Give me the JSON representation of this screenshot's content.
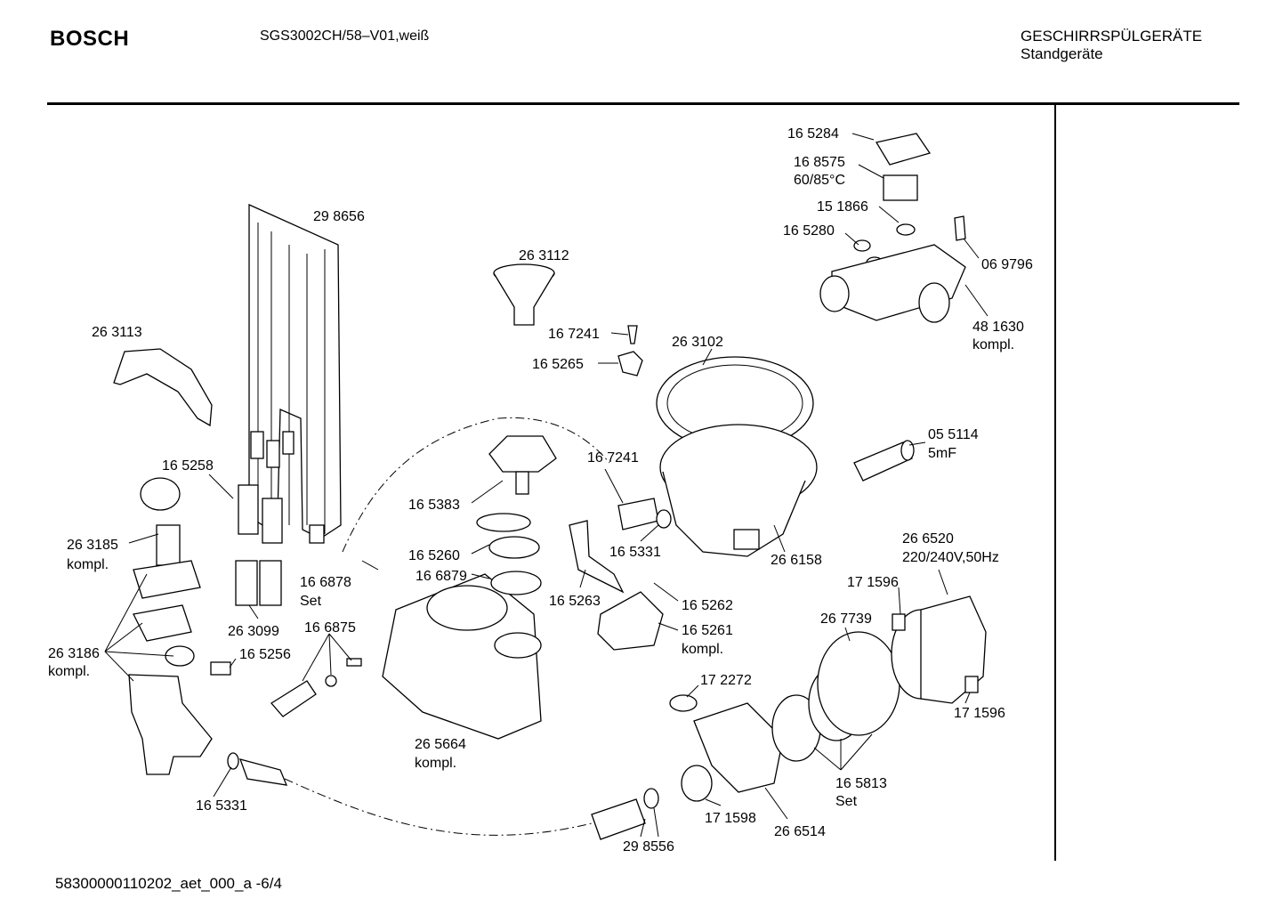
{
  "header": {
    "brand": "BOSCH",
    "model": "SGS3002CH/58–V01,weiß",
    "category_line1": "GESCHIRRSPÜLGERÄTE",
    "category_line2": "Standgeräte"
  },
  "footer": {
    "doc_id": "58300000110202_aet_000_a  -6/4"
  },
  "parts": {
    "p165284": "16 5284",
    "p168575": "16 8575",
    "p168575_spec": "60/85°C",
    "p151866": "15 1866",
    "p165280": "16 5280",
    "p069796": "06 9796",
    "p481630": "48 1630",
    "p481630_kompl": "kompl.",
    "p298656": "29 8656",
    "p263112": "26 3112",
    "p263113": "26 3113",
    "p167241_a": "16 7241",
    "p165265": "16 5265",
    "p263102": "26 3102",
    "p055114": "05 5114",
    "p055114_spec": "5mF",
    "p165258": "16 5258",
    "p167241_b": "16 7241",
    "p165383": "16 5383",
    "p263185": "26 3185",
    "p263185_kompl": "kompl.",
    "p165260": "16 5260",
    "p165331_a": "16 5331",
    "p266158": "26 6158",
    "p266520": "26 6520",
    "p266520_spec": "220/240V,50Hz",
    "p166878": "16 6878",
    "p166878_set": "Set",
    "p166879": "16 6879",
    "p165263": "16 5263",
    "p171596_a": "17 1596",
    "p165262": "16 5262",
    "p263099": "26 3099",
    "p166875": "16 6875",
    "p267739": "26 7739",
    "p165261": "16 5261",
    "p165261_kompl": "kompl.",
    "p263186": "26 3186",
    "p263186_kompl": "kompl.",
    "p165256": "16 5256",
    "p172272": "17 2272",
    "p171596_b": "17 1596",
    "p265664": "26 5664",
    "p265664_kompl": "kompl.",
    "p165813": "16 5813",
    "p165813_set": "Set",
    "p165331_b": "16 5331",
    "p171598": "17 1598",
    "p266514": "26 6514",
    "p298556": "29 8556"
  }
}
